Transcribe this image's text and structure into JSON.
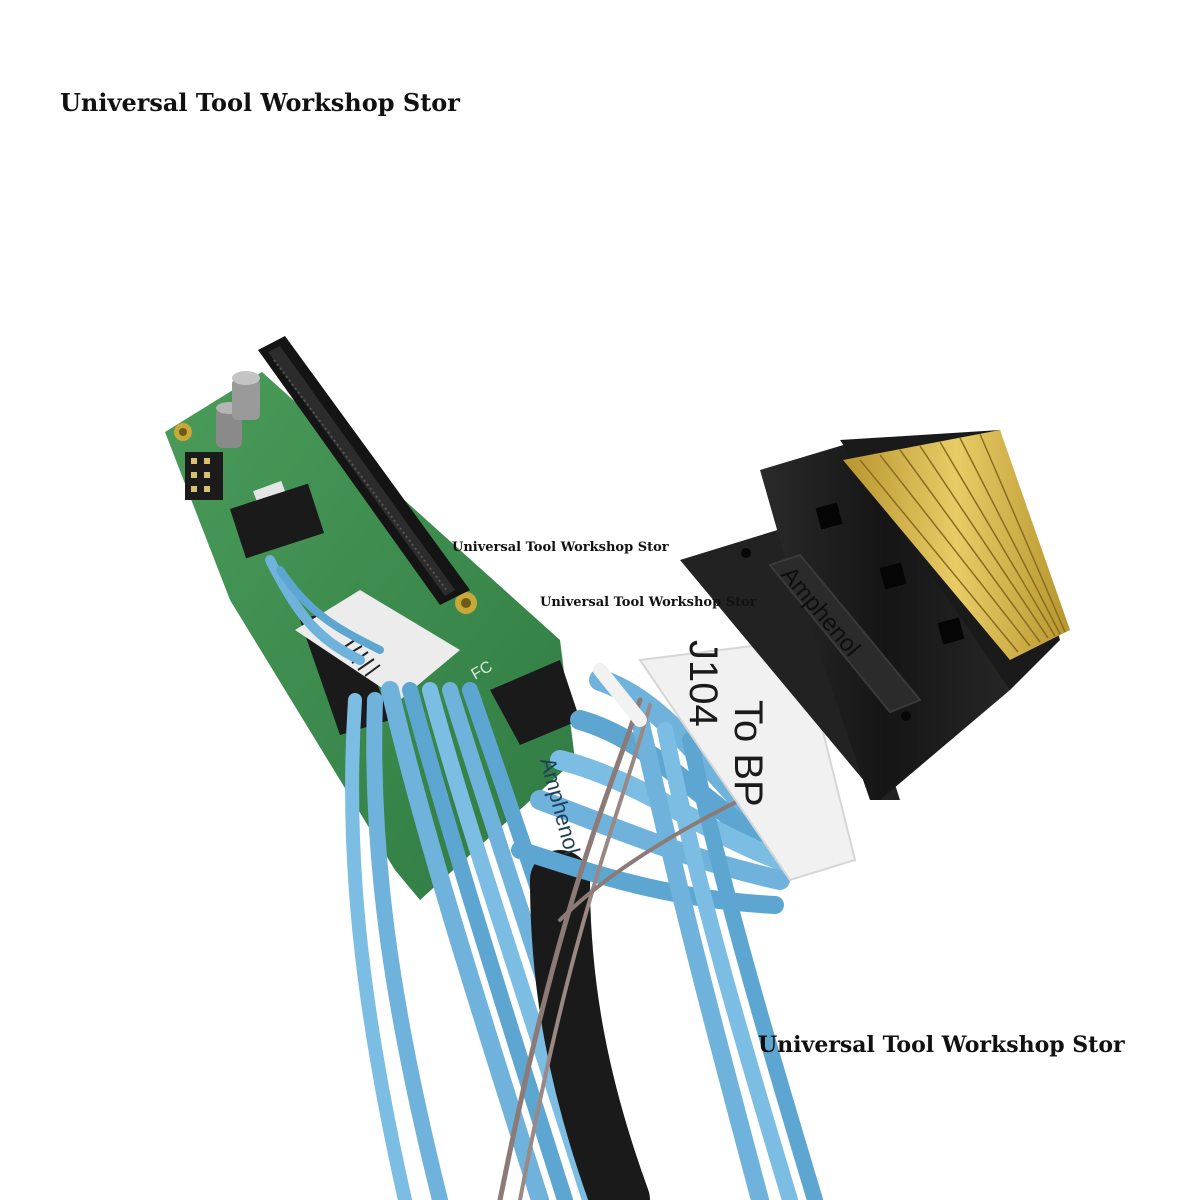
{
  "watermarks": {
    "top": "Universal Tool Workshop Stor",
    "middle_1": "Universal Tool Workshop Stor",
    "middle_2": "Universal Tool Workshop Stor",
    "bottom": "Universal Tool Workshop Stor"
  },
  "photo": {
    "connector_brand": "Amphenol",
    "cable_label_line1": "To BP",
    "cable_label_line2": "J104",
    "board_silkscreen": "FC",
    "cable_print": "Amphenol"
  },
  "colors": {
    "background": "#ffffff",
    "pcb_green": "#3d8f4e",
    "cable_blue": "#6fb3dc",
    "connector_black": "#1c1c1c",
    "gold_contacts": "#d4b44a"
  }
}
